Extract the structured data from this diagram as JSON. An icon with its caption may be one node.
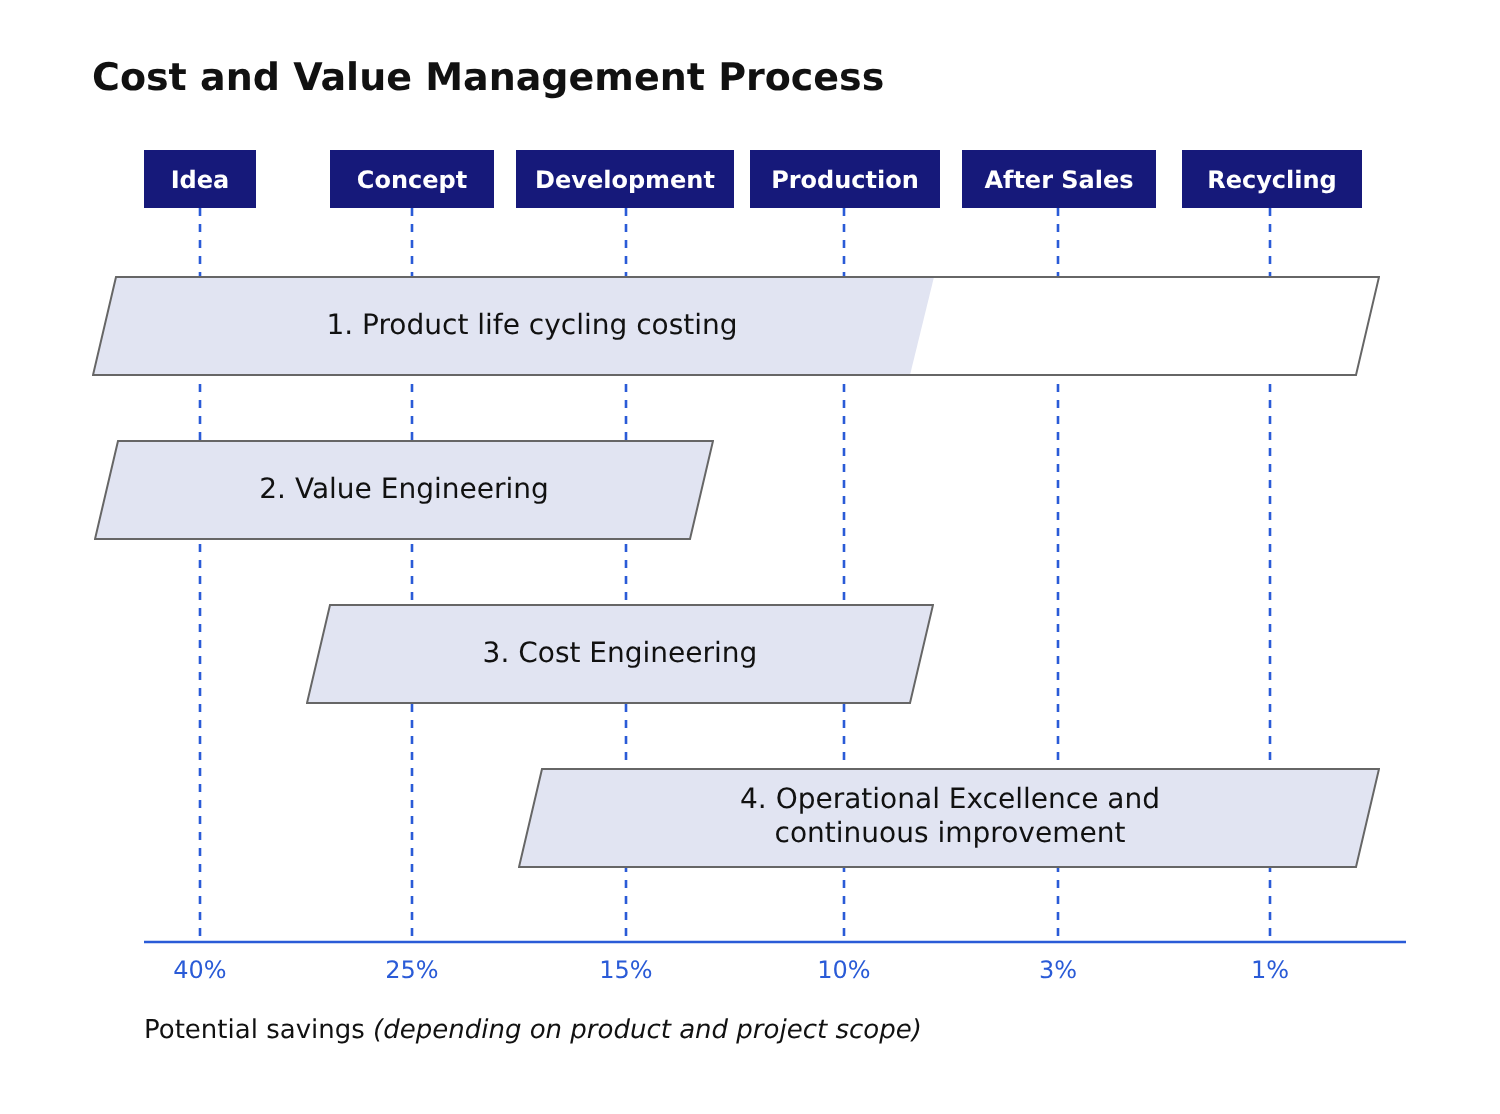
{
  "diagram": {
    "title": "Cost and Value Management Process",
    "nodes": [
      {
        "text": [
          "Idea"
        ]
      },
      {
        "text": [
          "Concept"
        ]
      },
      {
        "text": [
          "Development"
        ]
      },
      {
        "text": [
          "Production"
        ]
      },
      {
        "text": [
          "After Sales"
        ]
      },
      {
        "text": [
          "Recycling"
        ]
      },
      {
        "text": [
          "1. Product life cycling costing"
        ]
      },
      {
        "text": [
          "2. Value Engineering"
        ]
      },
      {
        "text": [
          "3. Cost Engineering"
        ]
      },
      {
        "text": [
          "4. Operational Excellence and continuous improvement"
        ]
      }
    ],
    "labels": [
      "40%",
      "25%",
      "15%",
      "10%",
      "3%",
      "1%",
      "Potential savings *(depending on product and project scope)*"
    ]
  }
}
